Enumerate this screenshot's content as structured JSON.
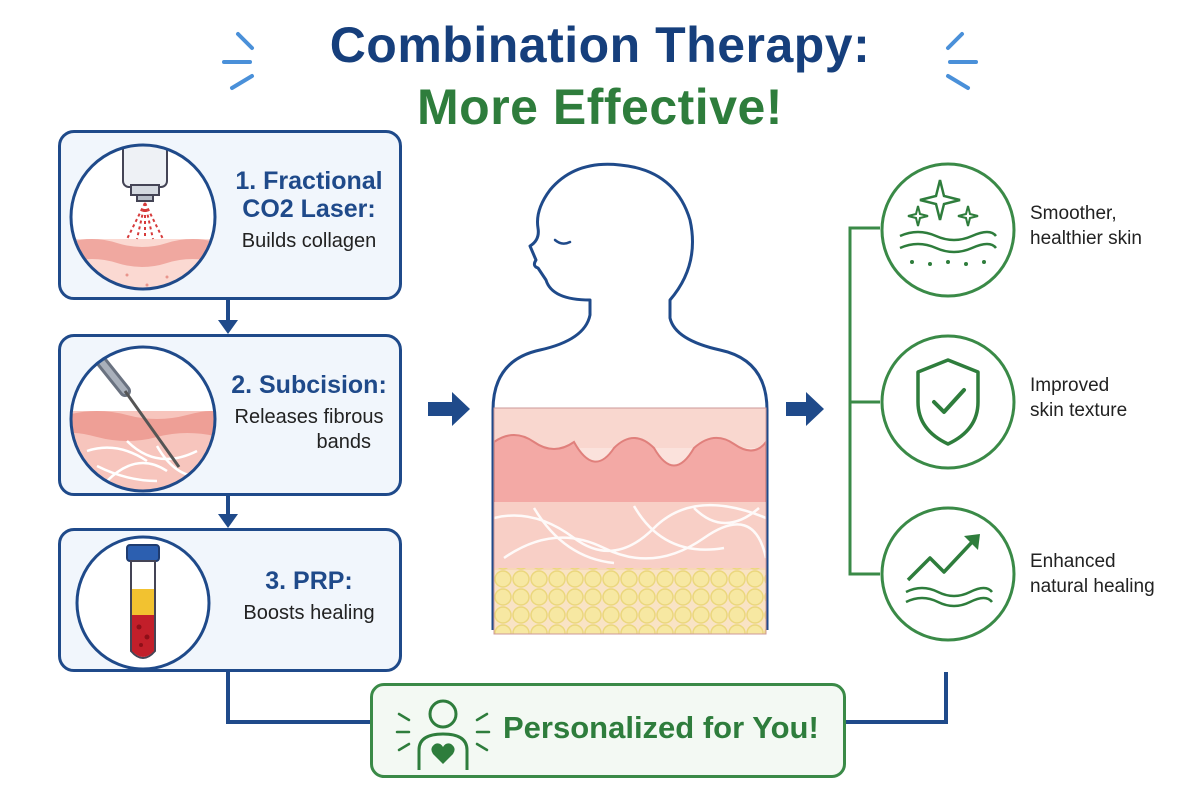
{
  "header": {
    "title_line1": "Combination Therapy:",
    "title_line2": "More Effective!"
  },
  "steps": [
    {
      "title_line1": "1. Fractional",
      "title_line2": "CO2 Laser:",
      "desc_line1": "Builds collagen",
      "desc_line2": ""
    },
    {
      "title_line1": "2. Subcision:",
      "title_line2": "",
      "desc_line1": "Releases fibrous",
      "desc_line2": "bands"
    },
    {
      "title_line1": "3. PRP:",
      "title_line2": "",
      "desc_line1": "Boosts healing",
      "desc_line2": ""
    }
  ],
  "benefits": [
    {
      "line1": "Smoother,",
      "line2": "healthier skin",
      "icon": "sparkle-wave-icon"
    },
    {
      "line1": "Improved",
      "line2": "skin texture",
      "icon": "shield-check-icon"
    },
    {
      "line1": "Enhanced",
      "line2": "natural healing",
      "icon": "trend-up-icon"
    }
  ],
  "footer": {
    "label": "Personalized for You!",
    "icon": "person-heart-icon"
  },
  "colors": {
    "navy": "#1f4a8a",
    "title_navy": "#163f7c",
    "green": "#2e7d3c",
    "skin_pink": "#f3b3ac",
    "fat_yellow": "#f6e59a"
  }
}
